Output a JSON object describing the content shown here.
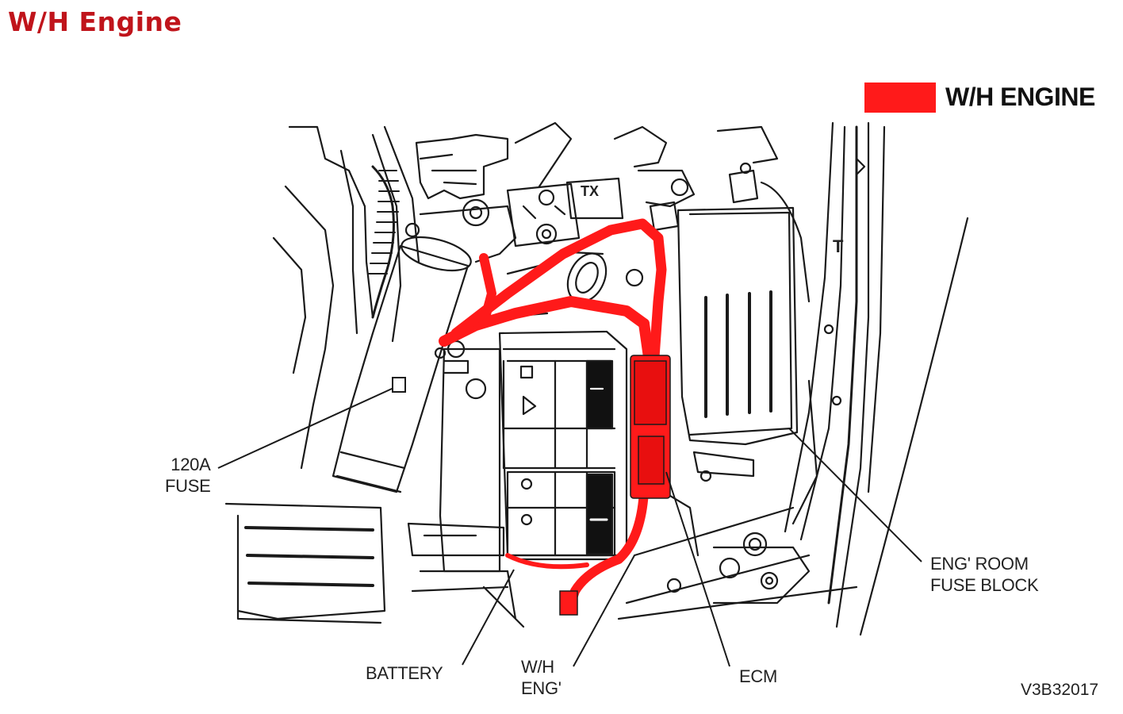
{
  "title": "W/H Engine",
  "legend": {
    "label": "W/H ENGINE",
    "color": "#ff1a1a"
  },
  "accent_color": "#c0141b",
  "labels": {
    "fuse_120a": "120A\nFUSE",
    "battery": "BATTERY",
    "wh_eng": "W/H\nENG'",
    "ecm": "ECM",
    "eng_room_fuse_block": "ENG' ROOM\nFUSE BLOCK",
    "tx": "TX",
    "t": "T"
  },
  "reference_code": "V3B32017"
}
